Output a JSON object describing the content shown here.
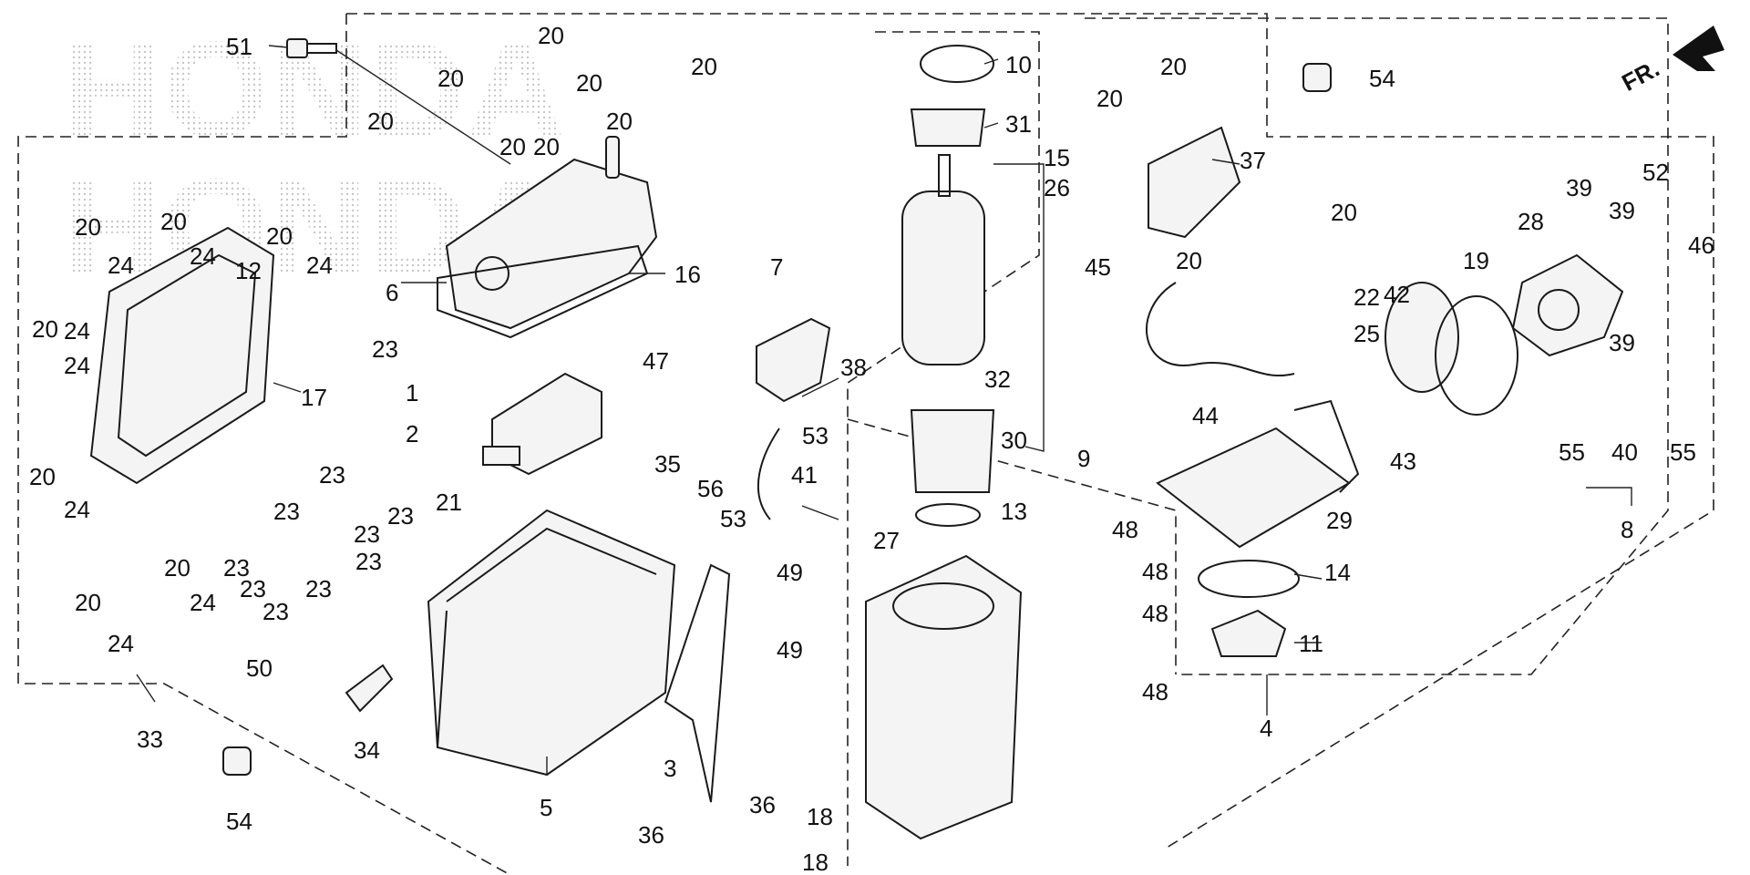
{
  "diagram": {
    "watermark": [
      "HONDA",
      "HONDA"
    ],
    "direction_label": "FR.",
    "labels": [
      "51",
      "20",
      "20",
      "20",
      "20",
      "20",
      "20",
      "20",
      "20",
      "20",
      "20",
      "20",
      "20",
      "20",
      "20",
      "20",
      "20",
      "20",
      "20",
      "20",
      "24",
      "24",
      "24",
      "24",
      "24",
      "24",
      "24",
      "24",
      "12",
      "17",
      "6",
      "16",
      "1",
      "2",
      "21",
      "23",
      "23",
      "23",
      "23",
      "23",
      "23",
      "23",
      "23",
      "23",
      "23",
      "47",
      "35",
      "56",
      "7",
      "38",
      "53",
      "41",
      "53",
      "10",
      "31",
      "15",
      "26",
      "32",
      "30",
      "13",
      "9",
      "27",
      "48",
      "48",
      "48",
      "48",
      "49",
      "49",
      "3",
      "36",
      "36",
      "18",
      "5",
      "50",
      "34",
      "33",
      "54",
      "54",
      "37",
      "45",
      "44",
      "22",
      "25",
      "29",
      "14",
      "11",
      "4",
      "43",
      "42",
      "19",
      "28",
      "39",
      "39",
      "39",
      "52",
      "46",
      "55",
      "40",
      "55",
      "8",
      "18"
    ]
  },
  "colors": {
    "ink": "#111111",
    "watermark": "#c8c8c8"
  }
}
